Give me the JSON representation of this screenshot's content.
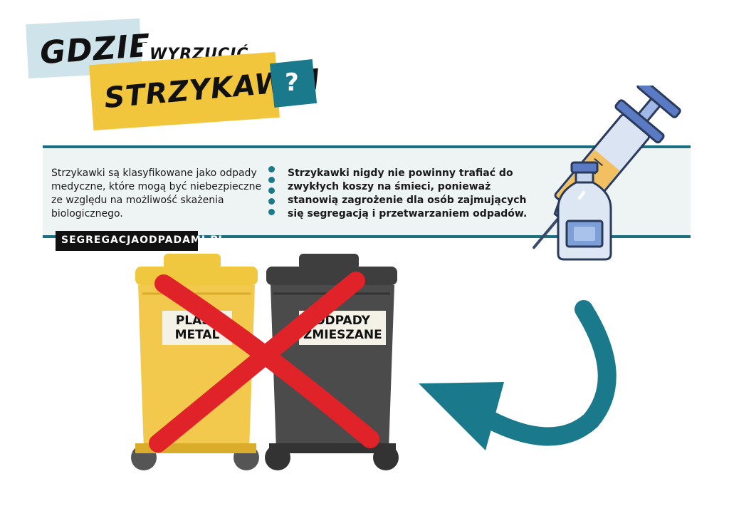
{
  "title": {
    "word1": "GDZIE",
    "word2": "WYRZUCIĆ",
    "word3": "STRZYKAWKI",
    "mark": "?"
  },
  "info": {
    "left_text": "Strzykawki są klasyfikowane jako odpady medyczne, które mogą być niebezpieczne ze względu na możliwość skażenia biologicznego.",
    "right_text": "Strzykawki nigdy nie powinny trafiać do zwykłych koszy na śmieci, ponieważ stanowią zagrożenie dla osób zajmujących się segregacją i przetwarzaniem odpadów."
  },
  "site_label": "SEGREGACJAODPADAMI.PL",
  "bins": {
    "yellow_line1": "PLAST",
    "yellow_line2": "METAL",
    "gray_line1": "ODPADY",
    "gray_line2": "ZMIESZANE"
  },
  "colors": {
    "teal": "#1a7a8c",
    "yellow": "#f2c63c",
    "gray_bin": "#4a4a4a",
    "red_cross": "#e02229"
  },
  "icons": [
    "syringe-icon",
    "vial-icon",
    "curved-arrow-icon",
    "red-cross-icon"
  ]
}
